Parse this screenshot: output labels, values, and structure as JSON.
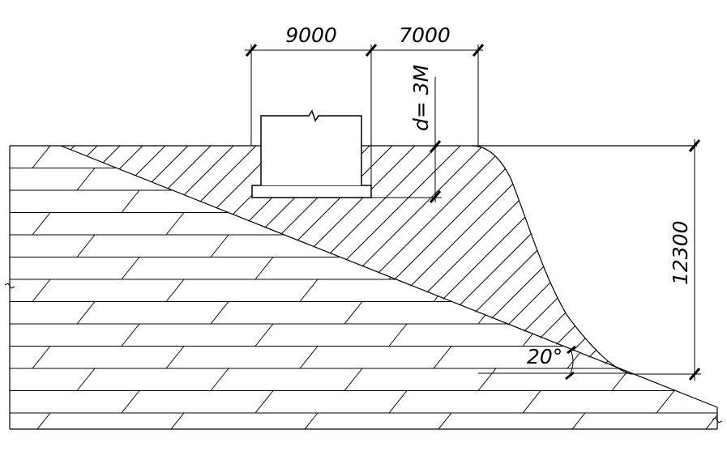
{
  "dimensions": {
    "foundation_width": "9000",
    "offset_to_crest": "7000",
    "embedment_depth": "d= 3M",
    "slope_height": "12300",
    "slope_angle": "20°"
  },
  "colors": {
    "line": "#000000",
    "background": "#ffffff"
  }
}
